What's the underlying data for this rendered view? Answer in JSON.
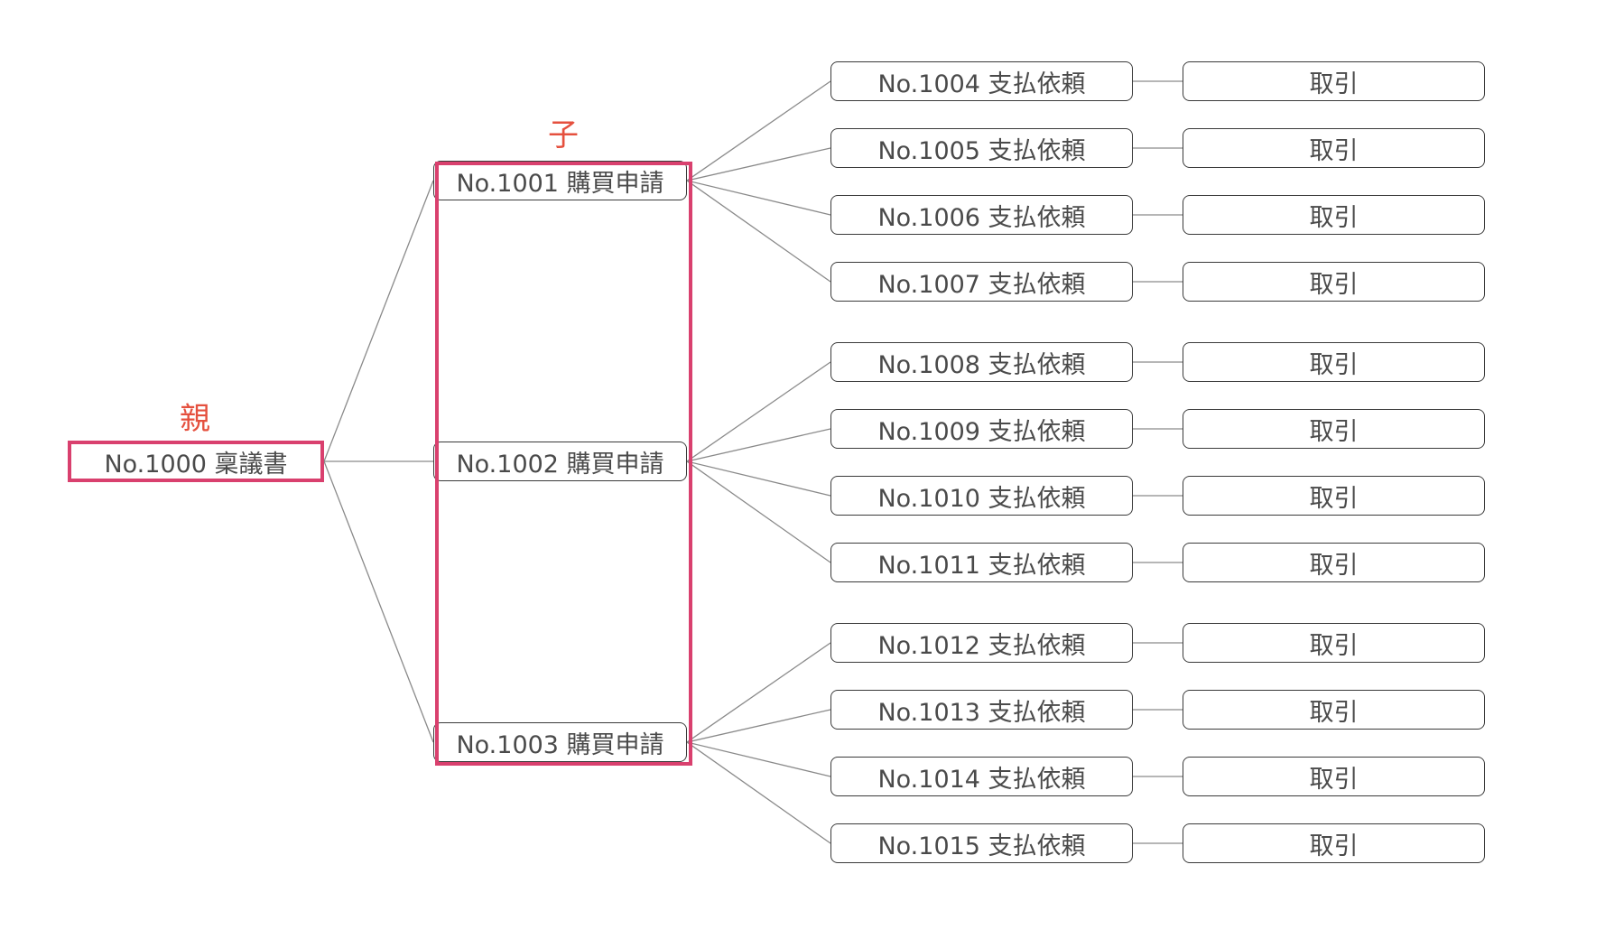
{
  "annotations": {
    "parent": "親",
    "child": "子"
  },
  "colors": {
    "highlight": "#d9406e",
    "annotation": "#e5503e",
    "edge": "#8a8a8a"
  },
  "root": {
    "label": "No.1000 稟議書"
  },
  "children": [
    {
      "label": "No.1001 購買申請",
      "payments": [
        {
          "label": "No.1004 支払依頼",
          "tx": "取引"
        },
        {
          "label": "No.1005 支払依頼",
          "tx": "取引"
        },
        {
          "label": "No.1006 支払依頼",
          "tx": "取引"
        },
        {
          "label": "No.1007 支払依頼",
          "tx": "取引"
        }
      ]
    },
    {
      "label": "No.1002 購買申請",
      "payments": [
        {
          "label": "No.1008 支払依頼",
          "tx": "取引"
        },
        {
          "label": "No.1009 支払依頼",
          "tx": "取引"
        },
        {
          "label": "No.1010 支払依頼",
          "tx": "取引"
        },
        {
          "label": "No.1011 支払依頼",
          "tx": "取引"
        }
      ]
    },
    {
      "label": "No.1003 購買申請",
      "payments": [
        {
          "label": "No.1012 支払依頼",
          "tx": "取引"
        },
        {
          "label": "No.1013 支払依頼",
          "tx": "取引"
        },
        {
          "label": "No.1014 支払依頼",
          "tx": "取引"
        },
        {
          "label": "No.1015 支払依頼",
          "tx": "取引"
        }
      ]
    }
  ]
}
